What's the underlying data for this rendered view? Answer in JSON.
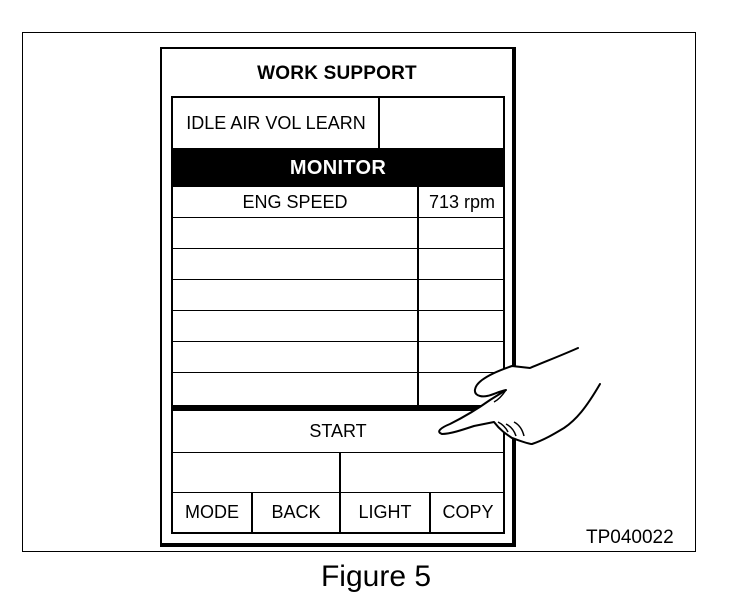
{
  "panel": {
    "title": "WORK SUPPORT"
  },
  "function_row": {
    "label": "IDLE AIR VOL LEARN",
    "value": ""
  },
  "monitor": {
    "header": "MONITOR",
    "items": [
      {
        "name": "ENG SPEED",
        "value": "713 rpm"
      },
      {
        "name": "",
        "value": ""
      },
      {
        "name": "",
        "value": ""
      },
      {
        "name": "",
        "value": ""
      },
      {
        "name": "",
        "value": ""
      },
      {
        "name": "",
        "value": ""
      },
      {
        "name": "",
        "value": ""
      }
    ]
  },
  "start_button": {
    "label": "START"
  },
  "blank_buttons": [
    "",
    ""
  ],
  "bottom_buttons": {
    "mode": "MODE",
    "back": "BACK",
    "light": "LIGHT",
    "copy": "COPY"
  },
  "figure_id": "TP040022",
  "caption": "Figure 5",
  "icons": {
    "pointer": "pointing-hand-icon"
  }
}
